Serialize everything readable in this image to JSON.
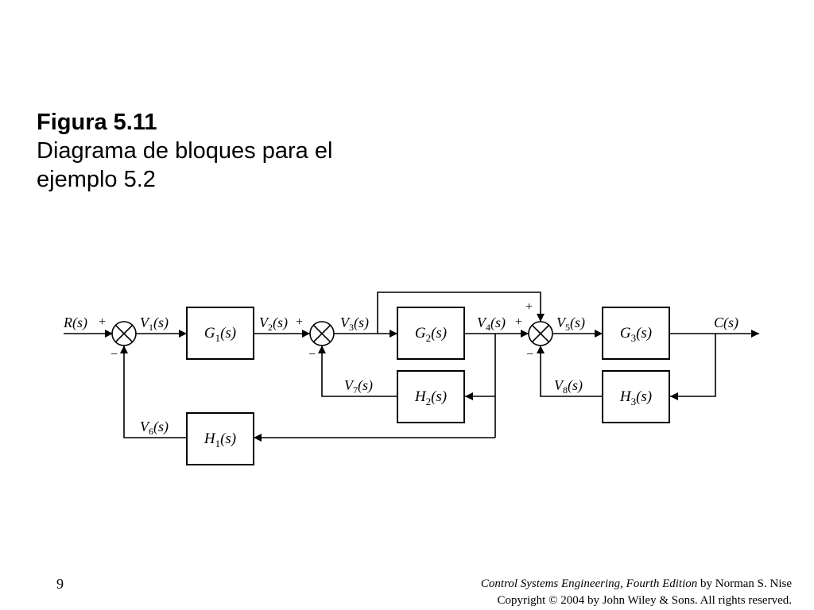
{
  "caption": {
    "title": "Figura 5.11",
    "line1": "Diagrama de bloques para el",
    "line2": "ejemplo 5.2"
  },
  "diagram": {
    "blocks": [
      {
        "id": "G1",
        "base": "G",
        "sub": "1",
        "arg": "(s)"
      },
      {
        "id": "G2",
        "base": "G",
        "sub": "2",
        "arg": "(s)"
      },
      {
        "id": "G3",
        "base": "G",
        "sub": "3",
        "arg": "(s)"
      },
      {
        "id": "H1",
        "base": "H",
        "sub": "1",
        "arg": "(s)"
      },
      {
        "id": "H2",
        "base": "H",
        "sub": "2",
        "arg": "(s)"
      },
      {
        "id": "H3",
        "base": "H",
        "sub": "3",
        "arg": "(s)"
      }
    ],
    "signals": [
      {
        "id": "R",
        "base": "R",
        "sub": "",
        "arg": "(s)"
      },
      {
        "id": "V1",
        "base": "V",
        "sub": "1",
        "arg": "(s)"
      },
      {
        "id": "V2",
        "base": "V",
        "sub": "2",
        "arg": "(s)"
      },
      {
        "id": "V3",
        "base": "V",
        "sub": "3",
        "arg": "(s)"
      },
      {
        "id": "V4",
        "base": "V",
        "sub": "4",
        "arg": "(s)"
      },
      {
        "id": "V5",
        "base": "V",
        "sub": "5",
        "arg": "(s)"
      },
      {
        "id": "V6",
        "base": "V",
        "sub": "6",
        "arg": "(s)"
      },
      {
        "id": "V7",
        "base": "V",
        "sub": "7",
        "arg": "(s)"
      },
      {
        "id": "V8",
        "base": "V",
        "sub": "8",
        "arg": "(s)"
      },
      {
        "id": "C",
        "base": "C",
        "sub": "",
        "arg": "(s)"
      }
    ],
    "summing_junctions": [
      {
        "id": "S1",
        "signs": [
          "+",
          "−"
        ]
      },
      {
        "id": "S2",
        "signs": [
          "+",
          "−"
        ]
      },
      {
        "id": "S3",
        "signs": [
          "+",
          "+",
          "−"
        ]
      }
    ]
  },
  "footer": {
    "page_number": "9",
    "book_title": "Control Systems Engineering, Fourth Edition",
    "book_author": " by Norman S. Nise",
    "copyright": "Copyright © 2004 by John Wiley & Sons. All rights reserved."
  }
}
